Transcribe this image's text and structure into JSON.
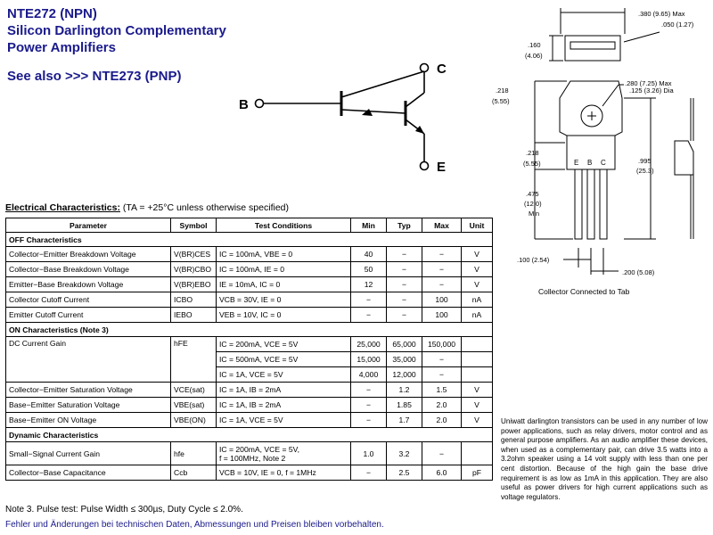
{
  "title": {
    "line1": "NTE272 (NPN)",
    "line2": "Silicon Darlington Complementary",
    "line3": "Power Amplifiers",
    "see_also": "See also >>> NTE273 (PNP)"
  },
  "schematic": {
    "b": "B",
    "c": "C",
    "e": "E"
  },
  "package": {
    "dims": {
      "d1": ".380 (9.65) Max",
      "d2": ".050 (1.27)",
      "d3a": ".160",
      "d3b": "(4.06)",
      "d4": ".280 (7.25) Max",
      "d5": ".125 (3.26) Dia",
      "d6a": ".218",
      "d6b": "(5.55)",
      "d7a": ".218",
      "d7b": "(5.55)",
      "d8a": ".995",
      "d8b": "(25.3)",
      "d9a": ".475",
      "d9b": "(12.0)",
      "d9c": "Min",
      "d10": ".100 (2.54)",
      "d11": ".200 (5.08)"
    },
    "pins": {
      "p1": "E",
      "p2": "B",
      "p3": "C"
    },
    "caption": "Collector Connected to Tab"
  },
  "electrical": {
    "heading": "Electrical Characteristics:",
    "conditions": "(TA = +25°C unless otherwise specified)",
    "headers": {
      "parameter": "Parameter",
      "symbol": "Symbol",
      "test": "Test Conditions",
      "min": "Min",
      "typ": "Typ",
      "max": "Max",
      "unit": "Unit"
    },
    "off_title": "OFF Characteristics",
    "off": [
      {
        "param": "Collector−Emitter Breakdown Voltage",
        "symbol": "V(BR)CES",
        "test": "IC = 100mA, VBE = 0",
        "min": "40",
        "typ": "−",
        "max": "−",
        "unit": "V"
      },
      {
        "param": "Collector−Base Breakdown Voltage",
        "symbol": "V(BR)CBO",
        "test": "IC = 100mA, IE = 0",
        "min": "50",
        "typ": "−",
        "max": "−",
        "unit": "V"
      },
      {
        "param": "Emitter−Base Breakdown Voltage",
        "symbol": "V(BR)EBO",
        "test": "IE = 10mA, IC = 0",
        "min": "12",
        "typ": "−",
        "max": "−",
        "unit": "V"
      },
      {
        "param": "Collector Cutoff Current",
        "symbol": "ICBO",
        "test": "VCB = 30V, IE = 0",
        "min": "−",
        "typ": "−",
        "max": "100",
        "unit": "nA"
      },
      {
        "param": "Emitter Cutoff Current",
        "symbol": "IEBO",
        "test": "VEB = 10V, IC = 0",
        "min": "−",
        "typ": "−",
        "max": "100",
        "unit": "nA"
      }
    ],
    "on_title": "ON Characteristics (Note 3)",
    "dc_gain": {
      "param": "DC Current Gain",
      "symbol": "hFE",
      "rows": [
        {
          "test": "IC = 200mA, VCE = 5V",
          "min": "25,000",
          "typ": "65,000",
          "max": "150,000",
          "unit": ""
        },
        {
          "test": "IC = 500mA, VCE = 5V",
          "min": "15,000",
          "typ": "35,000",
          "max": "−",
          "unit": ""
        },
        {
          "test": "IC = 1A, VCE = 5V",
          "min": "4,000",
          "typ": "12,000",
          "max": "−",
          "unit": ""
        }
      ]
    },
    "on": [
      {
        "param": "Collector−Emitter Saturation Voltage",
        "symbol": "VCE(sat)",
        "test": "IC = 1A, IB = 2mA",
        "min": "−",
        "typ": "1.2",
        "max": "1.5",
        "unit": "V"
      },
      {
        "param": "Base−Emitter Saturation Voltage",
        "symbol": "VBE(sat)",
        "test": "IC = 1A, IB = 2mA",
        "min": "−",
        "typ": "1.85",
        "max": "2.0",
        "unit": "V"
      },
      {
        "param": "Base−Emitter ON Voltage",
        "symbol": "VBE(ON)",
        "test": "IC = 1A, VCE = 5V",
        "min": "−",
        "typ": "1.7",
        "max": "2.0",
        "unit": "V"
      }
    ],
    "dyn_title": "Dynamic Characteristics",
    "dyn": [
      {
        "param": "Small−Signal Current Gain",
        "symbol": "hfe",
        "test1": "IC = 200mA, VCE = 5V,",
        "test2": "f = 100MHz, Note 2",
        "min": "1.0",
        "typ": "3.2",
        "max": "−",
        "unit": ""
      },
      {
        "param": "Collector−Base Capacitance",
        "symbol": "Ccb",
        "test": "VCB = 10V, IE = 0, f = 1MHz",
        "min": "−",
        "typ": "2.5",
        "max": "6.0",
        "unit": "pF"
      }
    ]
  },
  "note": "Note  3. Pulse test:  Pulse Width ≤ 300µs, Duty Cycle ≤ 2.0%.",
  "footer": "Fehler und Änderungen bei technischen Daten, Abmessungen und Preisen bleiben vorbehalten.",
  "description": "Uniwatt darlington transistors can be used in any number of low power applications, such as relay drivers, motor control and as general purpose amplifiers.  As an audio amplifier these devices, when used as a complementary pair, can drive 3.5 watts into a 3.2ohm speaker using a 14 volt supply with less than one per cent distortion.  Because of the high gain the base drive requirement is as low as 1mA in this application.  They are also useful as power drivers for high current applications such as voltage regulators."
}
